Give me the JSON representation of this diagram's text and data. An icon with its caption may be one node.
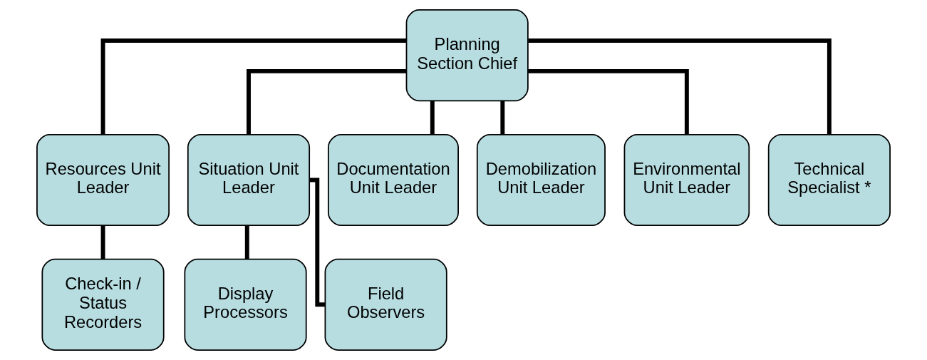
{
  "diagram": {
    "nodes": [
      {
        "text": [
          "Planning Section Chief"
        ]
      },
      {
        "text": [
          "Resources Unit Leader"
        ]
      },
      {
        "text": [
          "Situation Unit Leader"
        ]
      },
      {
        "text": [
          "Documentation Unit Leader"
        ]
      },
      {
        "text": [
          "Demobilization Unit Leader"
        ]
      },
      {
        "text": [
          "Environmental Unit Leader"
        ]
      },
      {
        "text": [
          "Technical Specialist *"
        ]
      },
      {
        "text": [
          "Check-in / Status Recorders"
        ]
      },
      {
        "text": [
          "Display Processors"
        ]
      },
      {
        "text": [
          "Field Observers"
        ]
      }
    ],
    "edges": [
      {
        "from": 0,
        "to": 1,
        "arrow": "none"
      },
      {
        "from": 0,
        "to": 2,
        "arrow": "none"
      },
      {
        "from": 0,
        "to": 3,
        "arrow": "none"
      },
      {
        "from": 0,
        "to": 4,
        "arrow": "none"
      },
      {
        "from": 0,
        "to": 5,
        "arrow": "none"
      },
      {
        "from": 0,
        "to": 6,
        "arrow": "none"
      },
      {
        "from": 1,
        "to": 7,
        "arrow": "none"
      },
      {
        "from": 2,
        "to": 8,
        "arrow": "none"
      },
      {
        "from": 2,
        "to": 9,
        "arrow": "none"
      }
    ]
  }
}
